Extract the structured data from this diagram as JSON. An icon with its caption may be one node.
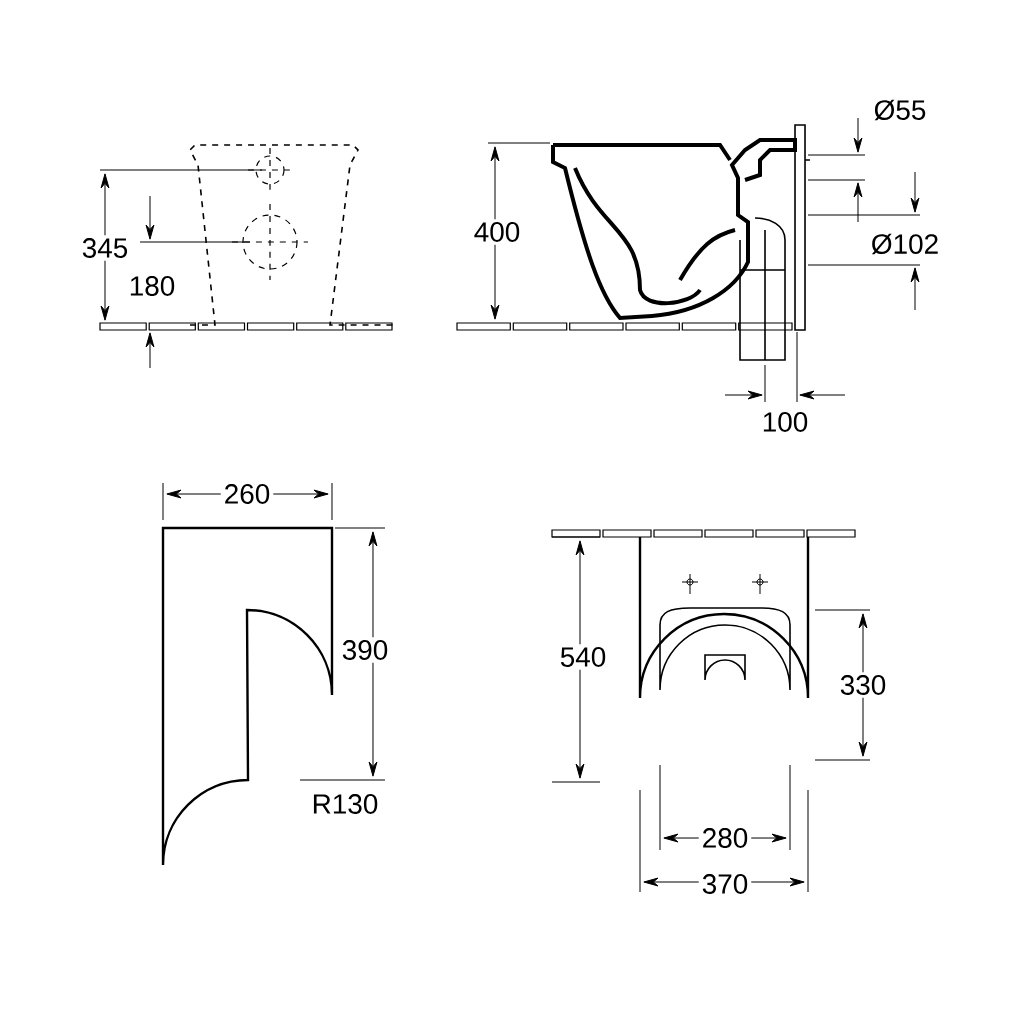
{
  "diagram": {
    "labels": [
      "Ø55",
      "345",
      "400",
      "Ø102",
      "180",
      "100",
      "260",
      "390",
      "540",
      "330",
      "R130",
      "280",
      "370"
    ]
  }
}
